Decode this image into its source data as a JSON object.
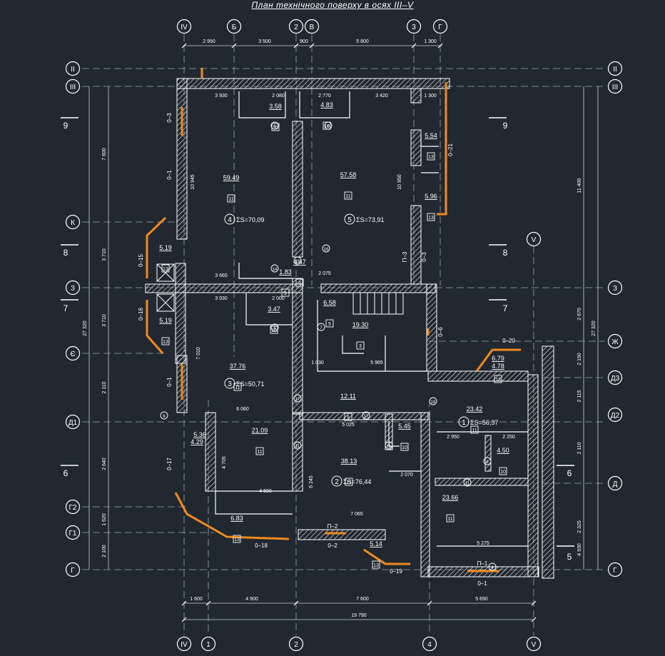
{
  "title": "План технічного поверху в осях III–V",
  "colors": {
    "background": "#212830",
    "line": "#ffffff",
    "accent": "#f08a1e",
    "dim": "#c9ced4"
  },
  "axes": {
    "top": [
      "IV",
      "Б",
      "2",
      "В",
      "3",
      "Г"
    ],
    "bottom": [
      "IV",
      "1",
      "2",
      "4",
      "V"
    ],
    "left": [
      "II",
      "III",
      "К",
      "З",
      "Є",
      "Д1",
      "Г2",
      "Г1",
      "Г"
    ],
    "right": [
      "II",
      "III",
      "З",
      "Ж",
      "Д3",
      "Д2",
      "Д",
      "Г"
    ],
    "interior": [
      "V"
    ]
  },
  "dims_top": [
    "2 950",
    "3 500",
    "900",
    "5 800",
    "1 300"
  ],
  "dims_bottom": [
    "1 600",
    "4 900",
    "7 600",
    "5 690"
  ],
  "dim_total_bottom": "19 790",
  "dims_left": [
    "7 600",
    "3 710",
    "3 710",
    "2 110",
    "2 640",
    "1 620",
    "2 100"
  ],
  "dims_right": [
    "2 670",
    "2 150",
    "2 115",
    "2 110",
    "2 325",
    "4 930"
  ],
  "dim_total_left": "27 320",
  "dim_total_right": "27 320",
  "dim_right_upper": "11 400",
  "markers_left": [
    "9",
    "8",
    "7",
    "6"
  ],
  "markers_right": [
    "9",
    "8",
    "7",
    "6",
    "5"
  ],
  "rooms": [
    {
      "area": "59.49",
      "num": "11"
    },
    {
      "area": "57.58",
      "num": "11"
    },
    {
      "area": "3.58",
      "num": "10"
    },
    {
      "area": "4.83",
      "num": "10"
    },
    {
      "area": "5.54",
      "num": "13"
    },
    {
      "area": "5.96",
      "num": "13"
    },
    {
      "area": "5.19",
      "num": "13"
    },
    {
      "area": "5.19",
      "num": "13"
    },
    {
      "area": "4.47",
      "num": "9"
    },
    {
      "area": "1.83",
      "num": "9"
    },
    {
      "area": "3.47",
      "num": "10"
    },
    {
      "area": "6.58",
      "num": "5"
    },
    {
      "area": "19.30",
      "num": "3"
    },
    {
      "area": "37.76",
      "num": "11"
    },
    {
      "area": "12.11",
      "num": "9"
    },
    {
      "area": "6.79",
      "num": "13"
    },
    {
      "area": "4.78",
      "num": ""
    },
    {
      "area": "23.42",
      "num": "11"
    },
    {
      "area": "21.09",
      "num": "11"
    },
    {
      "area": "38.13",
      "num": "11"
    },
    {
      "area": "5.45",
      "num": "10"
    },
    {
      "area": "4.50",
      "num": "10"
    },
    {
      "area": "23.66",
      "num": "11"
    },
    {
      "area": "5.36",
      "num": ""
    },
    {
      "area": "4.29",
      "num": ""
    },
    {
      "area": "6.83",
      "num": "13"
    },
    {
      "area": "5.14",
      "num": "13"
    }
  ],
  "apartments": [
    {
      "num": "4",
      "sum": "ΣS=70,09"
    },
    {
      "num": "5",
      "sum": "ΣS=73,91"
    },
    {
      "num": "3",
      "sum": "ΣS=50,71"
    },
    {
      "num": "2",
      "sum": "ΣS=76,44"
    },
    {
      "num": "1",
      "sum": "ΣS=56,37"
    }
  ],
  "window_tags": [
    "0–3",
    "0–1",
    "0–15",
    "0–16",
    "0–1",
    "0–17",
    "0–18",
    "0–2",
    "0–19",
    "0–1",
    "0–20",
    "0–21",
    "0–3",
    "0–6",
    "П–3",
    "П–1",
    "П–2"
  ],
  "interior_dims": [
    "3 930",
    "2 080",
    "2 770",
    "3 420",
    "1 300",
    "10 945",
    "10 950",
    "3 665",
    "2 075",
    "3 930",
    "2 000",
    "7 010",
    "6 060",
    "5 025",
    "1 030",
    "5 965",
    "4 705",
    "4 590",
    "6 245",
    "7 065",
    "2 070",
    "2 950",
    "2 250",
    "5 275"
  ],
  "door_tags": [
    "6",
    "6",
    "18",
    "16",
    "14",
    "6",
    "7",
    "17",
    "17",
    "11",
    "11",
    "6",
    "18",
    "11",
    "6",
    "4"
  ]
}
